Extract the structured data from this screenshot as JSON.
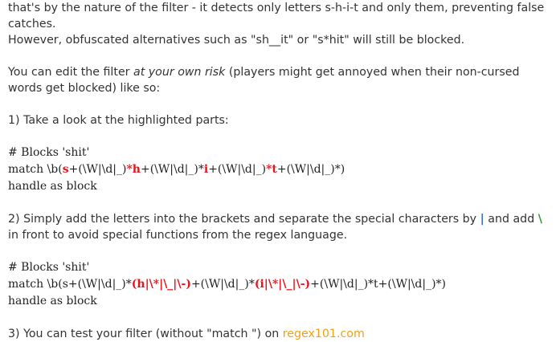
{
  "para1": {
    "line1": "that's by the nature of the filter - it detects only letters s-h-i-t and only them, preventing false catches.",
    "line2": "However, obfuscated alternatives such as \"sh__it\" or \"s*hit\" will still be blocked."
  },
  "para2": {
    "before": "You can edit the filter ",
    "emph": "at your own risk",
    "after": " (players might get annoyed when their non-cursed words get blocked) like so:"
  },
  "step1": "1) Take a look at the highlighted parts:",
  "code1": {
    "comment": "# Blocks 'shit'",
    "prefix": "match \\b(",
    "s": "s",
    "seg1": "+(\\W|\\d|_)",
    "star1": "*",
    "h": "h",
    "seg2": "+(\\W|\\d|_)*",
    "i": "i",
    "seg3": "+(\\W|\\d|_)",
    "star3": "*",
    "t": "t",
    "seg4": "+(\\W|\\d|_)*)",
    "handle": "handle as block"
  },
  "step2": {
    "before": "2) Simply add the letters into the brackets and separate the special characters by ",
    "pipe": "|",
    "mid": " and add ",
    "backslash": "\\",
    "after": " in front to avoid special functions from the regex language."
  },
  "code2": {
    "comment": "# Blocks 'shit'",
    "prefix": "match \\b(s+(\\W|\\d|_)*",
    "grp1": "(h|\\*|\\_|\\-)",
    "mid": "+(\\W|\\d|_)*",
    "grp2": "(i|\\*|\\_|\\-)",
    "suffix": "+(\\W|\\d|_)*t+(\\W|\\d|_)*)",
    "handle": "handle as block"
  },
  "step3": {
    "before": "3) You can test your filter (without \"match \") on ",
    "link": "regex101.com"
  },
  "colors": {
    "text": "#333333",
    "highlight_red": "#e8141c",
    "highlight_green": "#2e9b2e",
    "link": "#f0a015"
  }
}
